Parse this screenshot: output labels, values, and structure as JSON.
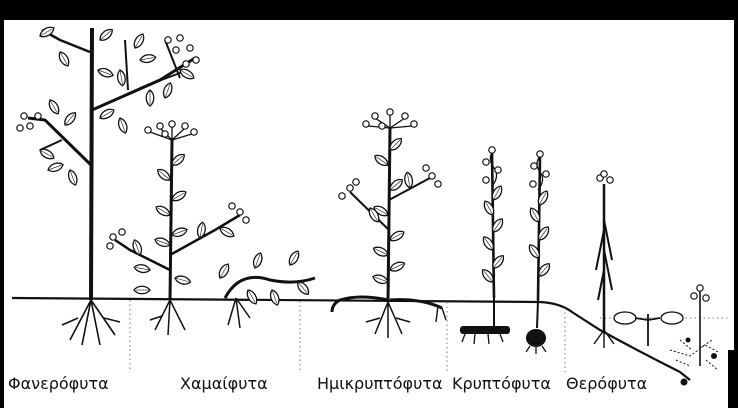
{
  "labels": {
    "phanerophytes": "Φανερόφυτα",
    "chamaephytes": "Χαμαίφυτα",
    "hemicryptophytes": "Ημικρυπτόφυτα",
    "cryptophytes": "Κρυπτόφυτα",
    "therophytes": "Θερόφυτα"
  },
  "colors": {
    "frame": "#000000",
    "paper": "#ffffff",
    "ink": "#111111"
  }
}
